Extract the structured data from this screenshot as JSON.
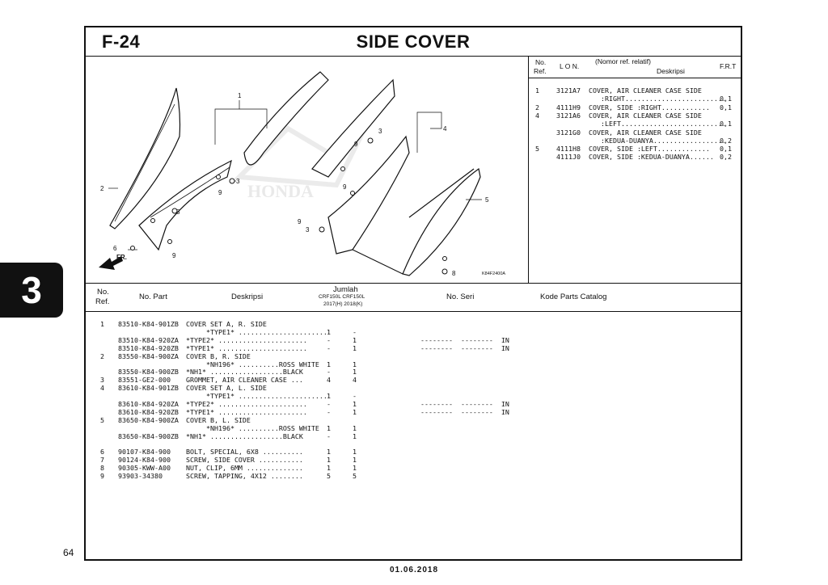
{
  "page": {
    "section_code": "F-24",
    "title": "SIDE COVER",
    "chapter_tab": "3",
    "page_number": "64",
    "date": "01.06.2018"
  },
  "diagram": {
    "callouts": [
      "1",
      "2",
      "3",
      "4",
      "5",
      "6",
      "7",
      "8",
      "9"
    ],
    "drawing_id": "K84F2400A",
    "direction_label": "FR.",
    "watermark": "HONDA"
  },
  "ref_panel": {
    "header": {
      "no": "No.",
      "ref": "Ref.",
      "lon": "L O N.",
      "nomor": "(Nomor ref. relatif)",
      "deskripsi": "Deskripsi",
      "frt": "F.R.T"
    },
    "rows": [
      {
        "no": "1",
        "lon": "3121A7",
        "desc": "COVER, AIR CLEANER CASE SIDE",
        "frt": ""
      },
      {
        "no": "",
        "lon": "",
        "desc": "   :RIGHT.........................",
        "frt": "0,1"
      },
      {
        "no": "2",
        "lon": "4111H9",
        "desc": "COVER, SIDE :RIGHT............",
        "frt": "0,1"
      },
      {
        "no": "4",
        "lon": "3121A6",
        "desc": "COVER, AIR CLEANER CASE SIDE",
        "frt": ""
      },
      {
        "no": "",
        "lon": "",
        "desc": "   :LEFT..........................",
        "frt": "0,1"
      },
      {
        "no": "",
        "lon": "3121G0",
        "desc": "COVER, AIR CLEANER CASE SIDE",
        "frt": ""
      },
      {
        "no": "",
        "lon": "",
        "desc": "   :KEDUA-DUANYA..................",
        "frt": "0,2"
      },
      {
        "no": "5",
        "lon": "4111H8",
        "desc": "COVER, SIDE :LEFT.............",
        "frt": "0,1"
      },
      {
        "no": "",
        "lon": "4111J0",
        "desc": "COVER, SIDE :KEDUA-DUANYA......",
        "frt": "0,2"
      }
    ]
  },
  "parts_table": {
    "header": {
      "no": "No.",
      "ref": "Ref.",
      "part": "No. Part",
      "deskripsi": "Deskripsi",
      "jumlah": "Jumlah",
      "models": "CRF150L CRF150L",
      "years": "2017(H)  2018(K)",
      "seri": "No. Seri",
      "kode": "Kode Parts Catalog"
    },
    "rows": [
      {
        "ref": "1",
        "part": "83510-K84-901ZB",
        "desc": "COVER SET A, R. SIDE",
        "q1": "",
        "q2": "",
        "serial": ""
      },
      {
        "ref": "",
        "part": "",
        "desc": "     *TYPE1* ......................",
        "q1": "1",
        "q2": "-",
        "serial": ""
      },
      {
        "ref": "",
        "part": "83510-K84-920ZA",
        "desc": "*TYPE2* ......................",
        "q1": "-",
        "q2": "1",
        "serial": "--------  --------  IN"
      },
      {
        "ref": "",
        "part": "83510-K84-920ZB",
        "desc": "*TYPE1* ......................",
        "q1": "-",
        "q2": "1",
        "serial": "--------  --------  IN"
      },
      {
        "ref": "2",
        "part": "83550-K84-900ZA",
        "desc": "COVER B, R. SIDE",
        "q1": "",
        "q2": "",
        "serial": ""
      },
      {
        "ref": "",
        "part": "",
        "desc": "     *NH196* ..........ROSS WHITE",
        "q1": "1",
        "q2": "1",
        "serial": ""
      },
      {
        "ref": "",
        "part": "83550-K84-900ZB",
        "desc": "*NH1* ..................BLACK",
        "q1": "-",
        "q2": "1",
        "serial": ""
      },
      {
        "ref": "3",
        "part": "83551-GE2-000",
        "desc": "GROMMET, AIR CLEANER CASE ...",
        "q1": "4",
        "q2": "4",
        "serial": ""
      },
      {
        "ref": "4",
        "part": "83610-K84-901ZB",
        "desc": "COVER SET A, L. SIDE",
        "q1": "",
        "q2": "",
        "serial": ""
      },
      {
        "ref": "",
        "part": "",
        "desc": "     *TYPE1* ......................",
        "q1": "1",
        "q2": "-",
        "serial": ""
      },
      {
        "ref": "",
        "part": "83610-K84-920ZA",
        "desc": "*TYPE2* ......................",
        "q1": "-",
        "q2": "1",
        "serial": "--------  --------  IN"
      },
      {
        "ref": "",
        "part": "83610-K84-920ZB",
        "desc": "*TYPE1* ......................",
        "q1": "-",
        "q2": "1",
        "serial": "--------  --------  IN"
      },
      {
        "ref": "5",
        "part": "83650-K84-900ZA",
        "desc": "COVER B, L. SIDE",
        "q1": "",
        "q2": "",
        "serial": ""
      },
      {
        "ref": "",
        "part": "",
        "desc": "     *NH196* ..........ROSS WHITE",
        "q1": "1",
        "q2": "1",
        "serial": ""
      },
      {
        "ref": "",
        "part": "83650-K84-900ZB",
        "desc": "*NH1* ..................BLACK",
        "q1": "-",
        "q2": "1",
        "serial": ""
      },
      {
        "ref": "",
        "part": "",
        "desc": "",
        "q1": "",
        "q2": "",
        "serial": ""
      },
      {
        "ref": "6",
        "part": "90107-K84-900",
        "desc": "BOLT, SPECIAL, 6X8 ..........",
        "q1": "1",
        "q2": "1",
        "serial": ""
      },
      {
        "ref": "7",
        "part": "90124-K84-900",
        "desc": "SCREW, SIDE COVER ...........",
        "q1": "1",
        "q2": "1",
        "serial": ""
      },
      {
        "ref": "8",
        "part": "90305-KWW-A00",
        "desc": "NUT, CLIP, 6MM ..............",
        "q1": "1",
        "q2": "1",
        "serial": ""
      },
      {
        "ref": "9",
        "part": "93903-34380",
        "desc": "SCREW, TAPPING, 4X12 ........",
        "q1": "5",
        "q2": "5",
        "serial": ""
      }
    ]
  }
}
